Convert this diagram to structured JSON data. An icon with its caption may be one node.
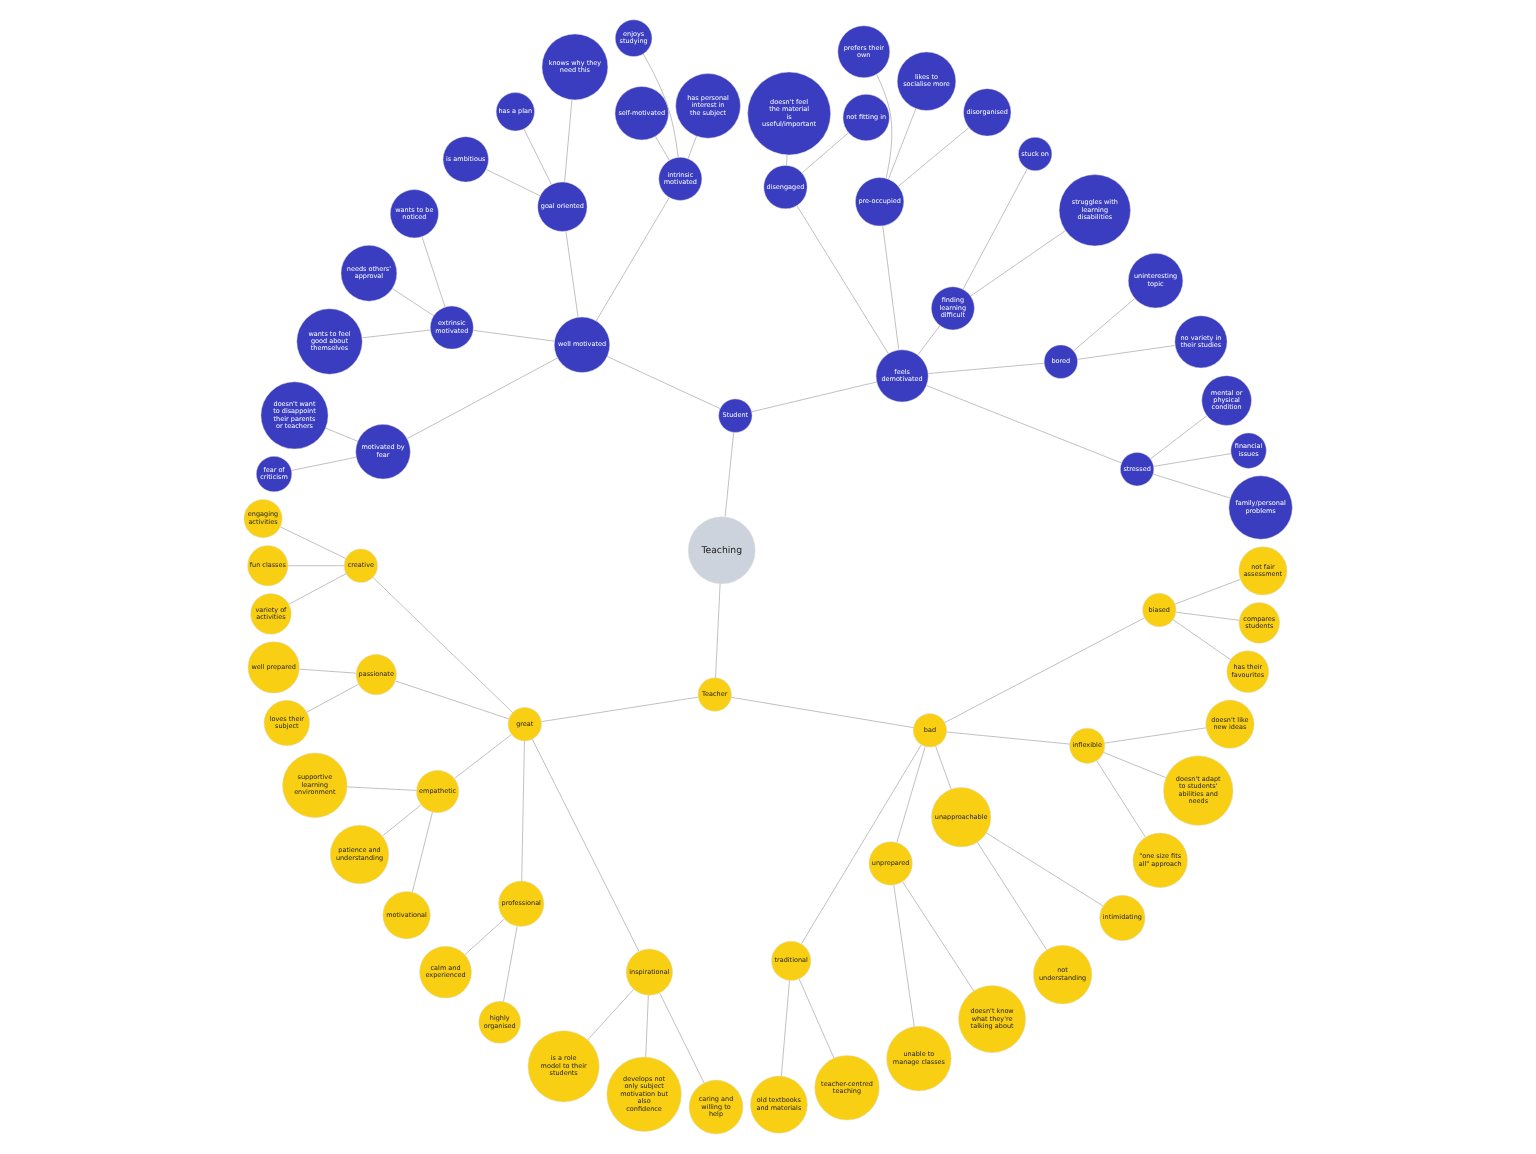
{
  "diagram": {
    "nodes": [
      {
        "text": [
          "Teaching"
        ]
      },
      {
        "text": [
          "Student"
        ]
      },
      {
        "text": [
          "feels demotivated"
        ]
      },
      {
        "text": [
          "stressed"
        ]
      },
      {
        "text": [
          "family/personal problems"
        ]
      },
      {
        "text": [
          "financial issues"
        ]
      },
      {
        "text": [
          "mental or physical condition"
        ]
      },
      {
        "text": [
          "bored"
        ]
      },
      {
        "text": [
          "no variety in their studies"
        ]
      },
      {
        "text": [
          "uninteresting topic"
        ]
      },
      {
        "text": [
          "finding learning difficult"
        ]
      },
      {
        "text": [
          "struggles with learning disabilities"
        ]
      },
      {
        "text": [
          "stuck on"
        ]
      },
      {
        "text": [
          "pre-occupied"
        ]
      },
      {
        "text": [
          "disorganised"
        ]
      },
      {
        "text": [
          "likes to socialise more"
        ]
      },
      {
        "text": [
          "prefers their own"
        ]
      },
      {
        "text": [
          "disengaged"
        ]
      },
      {
        "text": [
          "not fitting in"
        ]
      },
      {
        "text": [
          "doesn't feel the material is useful/important"
        ]
      },
      {
        "text": [
          "well motivated"
        ]
      },
      {
        "text": [
          "intrinsic motivated"
        ]
      },
      {
        "text": [
          "has personal interest in the subject"
        ]
      },
      {
        "text": [
          "self-motivated"
        ]
      },
      {
        "text": [
          "enjoys studying"
        ]
      },
      {
        "text": [
          "goal oriented"
        ]
      },
      {
        "text": [
          "knows why they need this"
        ]
      },
      {
        "text": [
          "has a plan"
        ]
      },
      {
        "text": [
          "is ambitious"
        ]
      },
      {
        "text": [
          "extrinsic motivated"
        ]
      },
      {
        "text": [
          "wants to be noticed"
        ]
      },
      {
        "text": [
          "needs others' approval"
        ]
      },
      {
        "text": [
          "wants to feel good about themselves"
        ]
      },
      {
        "text": [
          "motivated by fear"
        ]
      },
      {
        "text": [
          "doesn't want to disappoint their parents or teachers"
        ]
      },
      {
        "text": [
          "fear of criticism"
        ]
      },
      {
        "text": [
          "Teacher"
        ]
      },
      {
        "text": [
          "great"
        ]
      },
      {
        "text": [
          "creative"
        ]
      },
      {
        "text": [
          "engaging activities"
        ]
      },
      {
        "text": [
          "fun classes"
        ]
      },
      {
        "text": [
          "variety of activities"
        ]
      },
      {
        "text": [
          "passionate"
        ]
      },
      {
        "text": [
          "well prepared"
        ]
      },
      {
        "text": [
          "loves their subject"
        ]
      },
      {
        "text": [
          "empathetic"
        ]
      },
      {
        "text": [
          "supportive learning environment"
        ]
      },
      {
        "text": [
          "patience and understanding"
        ]
      },
      {
        "text": [
          "motivational"
        ]
      },
      {
        "text": [
          "professional"
        ]
      },
      {
        "text": [
          "calm and experienced"
        ]
      },
      {
        "text": [
          "highly organised"
        ]
      },
      {
        "text": [
          "inspirational"
        ]
      },
      {
        "text": [
          "is a role model to their students"
        ]
      },
      {
        "text": [
          "develops not only subject motivation but also confidence"
        ]
      },
      {
        "text": [
          "caring and willing to help"
        ]
      },
      {
        "text": [
          "bad"
        ]
      },
      {
        "text": [
          "traditional"
        ]
      },
      {
        "text": [
          "old textbooks and materials"
        ]
      },
      {
        "text": [
          "teacher-centred teaching"
        ]
      },
      {
        "text": [
          "unprepared"
        ]
      },
      {
        "text": [
          "unable to manage classes"
        ]
      },
      {
        "text": [
          "doesn't know what they're talking about"
        ]
      },
      {
        "text": [
          "unapproachable"
        ]
      },
      {
        "text": [
          "not understanding"
        ]
      },
      {
        "text": [
          "intimidating"
        ]
      },
      {
        "text": [
          "inflexible"
        ]
      },
      {
        "text": [
          "\"one size fits all\" approach"
        ]
      },
      {
        "text": [
          "doesn't adapt to students' abilities and needs"
        ]
      },
      {
        "text": [
          "doesn't like new ideas"
        ]
      },
      {
        "text": [
          "biased"
        ]
      },
      {
        "text": [
          "has their favourites"
        ]
      },
      {
        "text": [
          "compares students"
        ]
      },
      {
        "text": [
          "not fair assessment"
        ]
      }
    ],
    "edges": [
      {
        "from": 0,
        "to": 1,
        "arrow": "none"
      },
      {
        "from": 1,
        "to": 2,
        "arrow": "none"
      },
      {
        "from": 2,
        "to": 3,
        "arrow": "none"
      },
      {
        "from": 3,
        "to": 4,
        "arrow": "none"
      },
      {
        "from": 3,
        "to": 5,
        "arrow": "none"
      },
      {
        "from": 3,
        "to": 6,
        "arrow": "none"
      },
      {
        "from": 2,
        "to": 7,
        "arrow": "none"
      },
      {
        "from": 7,
        "to": 8,
        "arrow": "none"
      },
      {
        "from": 7,
        "to": 9,
        "arrow": "none"
      },
      {
        "from": 2,
        "to": 10,
        "arrow": "none"
      },
      {
        "from": 10,
        "to": 11,
        "arrow": "none"
      },
      {
        "from": 10,
        "to": 12,
        "arrow": "none"
      },
      {
        "from": 2,
        "to": 13,
        "arrow": "none"
      },
      {
        "from": 13,
        "to": 14,
        "arrow": "none"
      },
      {
        "from": 13,
        "to": 15,
        "arrow": "none"
      },
      {
        "from": 13,
        "to": 16,
        "arrow": "none"
      },
      {
        "from": 2,
        "to": 17,
        "arrow": "none"
      },
      {
        "from": 17,
        "to": 18,
        "arrow": "none"
      },
      {
        "from": 17,
        "to": 19,
        "arrow": "none"
      },
      {
        "from": 1,
        "to": 20,
        "arrow": "none"
      },
      {
        "from": 20,
        "to": 21,
        "arrow": "none"
      },
      {
        "from": 21,
        "to": 22,
        "arrow": "none"
      },
      {
        "from": 21,
        "to": 23,
        "arrow": "none"
      },
      {
        "from": 21,
        "to": 24,
        "arrow": "none"
      },
      {
        "from": 20,
        "to": 25,
        "arrow": "none"
      },
      {
        "from": 25,
        "to": 26,
        "arrow": "none"
      },
      {
        "from": 25,
        "to": 27,
        "arrow": "none"
      },
      {
        "from": 25,
        "to": 28,
        "arrow": "none"
      },
      {
        "from": 20,
        "to": 29,
        "arrow": "none"
      },
      {
        "from": 29,
        "to": 30,
        "arrow": "none"
      },
      {
        "from": 29,
        "to": 31,
        "arrow": "none"
      },
      {
        "from": 29,
        "to": 32,
        "arrow": "none"
      },
      {
        "from": 20,
        "to": 33,
        "arrow": "none"
      },
      {
        "from": 33,
        "to": 34,
        "arrow": "none"
      },
      {
        "from": 33,
        "to": 35,
        "arrow": "none"
      },
      {
        "from": 0,
        "to": 36,
        "arrow": "none"
      },
      {
        "from": 36,
        "to": 37,
        "arrow": "none"
      },
      {
        "from": 37,
        "to": 38,
        "arrow": "none"
      },
      {
        "from": 38,
        "to": 39,
        "arrow": "none"
      },
      {
        "from": 38,
        "to": 40,
        "arrow": "none"
      },
      {
        "from": 38,
        "to": 41,
        "arrow": "none"
      },
      {
        "from": 37,
        "to": 42,
        "arrow": "none"
      },
      {
        "from": 42,
        "to": 43,
        "arrow": "none"
      },
      {
        "from": 42,
        "to": 44,
        "arrow": "none"
      },
      {
        "from": 37,
        "to": 45,
        "arrow": "none"
      },
      {
        "from": 45,
        "to": 46,
        "arrow": "none"
      },
      {
        "from": 45,
        "to": 47,
        "arrow": "none"
      },
      {
        "from": 45,
        "to": 48,
        "arrow": "none"
      },
      {
        "from": 37,
        "to": 49,
        "arrow": "none"
      },
      {
        "from": 49,
        "to": 50,
        "arrow": "none"
      },
      {
        "from": 49,
        "to": 51,
        "arrow": "none"
      },
      {
        "from": 37,
        "to": 52,
        "arrow": "none"
      },
      {
        "from": 52,
        "to": 53,
        "arrow": "none"
      },
      {
        "from": 52,
        "to": 54,
        "arrow": "none"
      },
      {
        "from": 52,
        "to": 55,
        "arrow": "none"
      },
      {
        "from": 36,
        "to": 56,
        "arrow": "none"
      },
      {
        "from": 56,
        "to": 57,
        "arrow": "none"
      },
      {
        "from": 57,
        "to": 58,
        "arrow": "none"
      },
      {
        "from": 57,
        "to": 59,
        "arrow": "none"
      },
      {
        "from": 56,
        "to": 60,
        "arrow": "none"
      },
      {
        "from": 60,
        "to": 61,
        "arrow": "none"
      },
      {
        "from": 60,
        "to": 62,
        "arrow": "none"
      },
      {
        "from": 56,
        "to": 63,
        "arrow": "none"
      },
      {
        "from": 63,
        "to": 64,
        "arrow": "none"
      },
      {
        "from": 63,
        "to": 65,
        "arrow": "none"
      },
      {
        "from": 56,
        "to": 66,
        "arrow": "none"
      },
      {
        "from": 66,
        "to": 67,
        "arrow": "none"
      },
      {
        "from": 66,
        "to": 68,
        "arrow": "none"
      },
      {
        "from": 66,
        "to": 69,
        "arrow": "none"
      },
      {
        "from": 56,
        "to": 70,
        "arrow": "none"
      },
      {
        "from": 70,
        "to": 71,
        "arrow": "none"
      },
      {
        "from": 70,
        "to": 72,
        "arrow": "none"
      },
      {
        "from": 70,
        "to": 73,
        "arrow": "none"
      }
    ]
  }
}
